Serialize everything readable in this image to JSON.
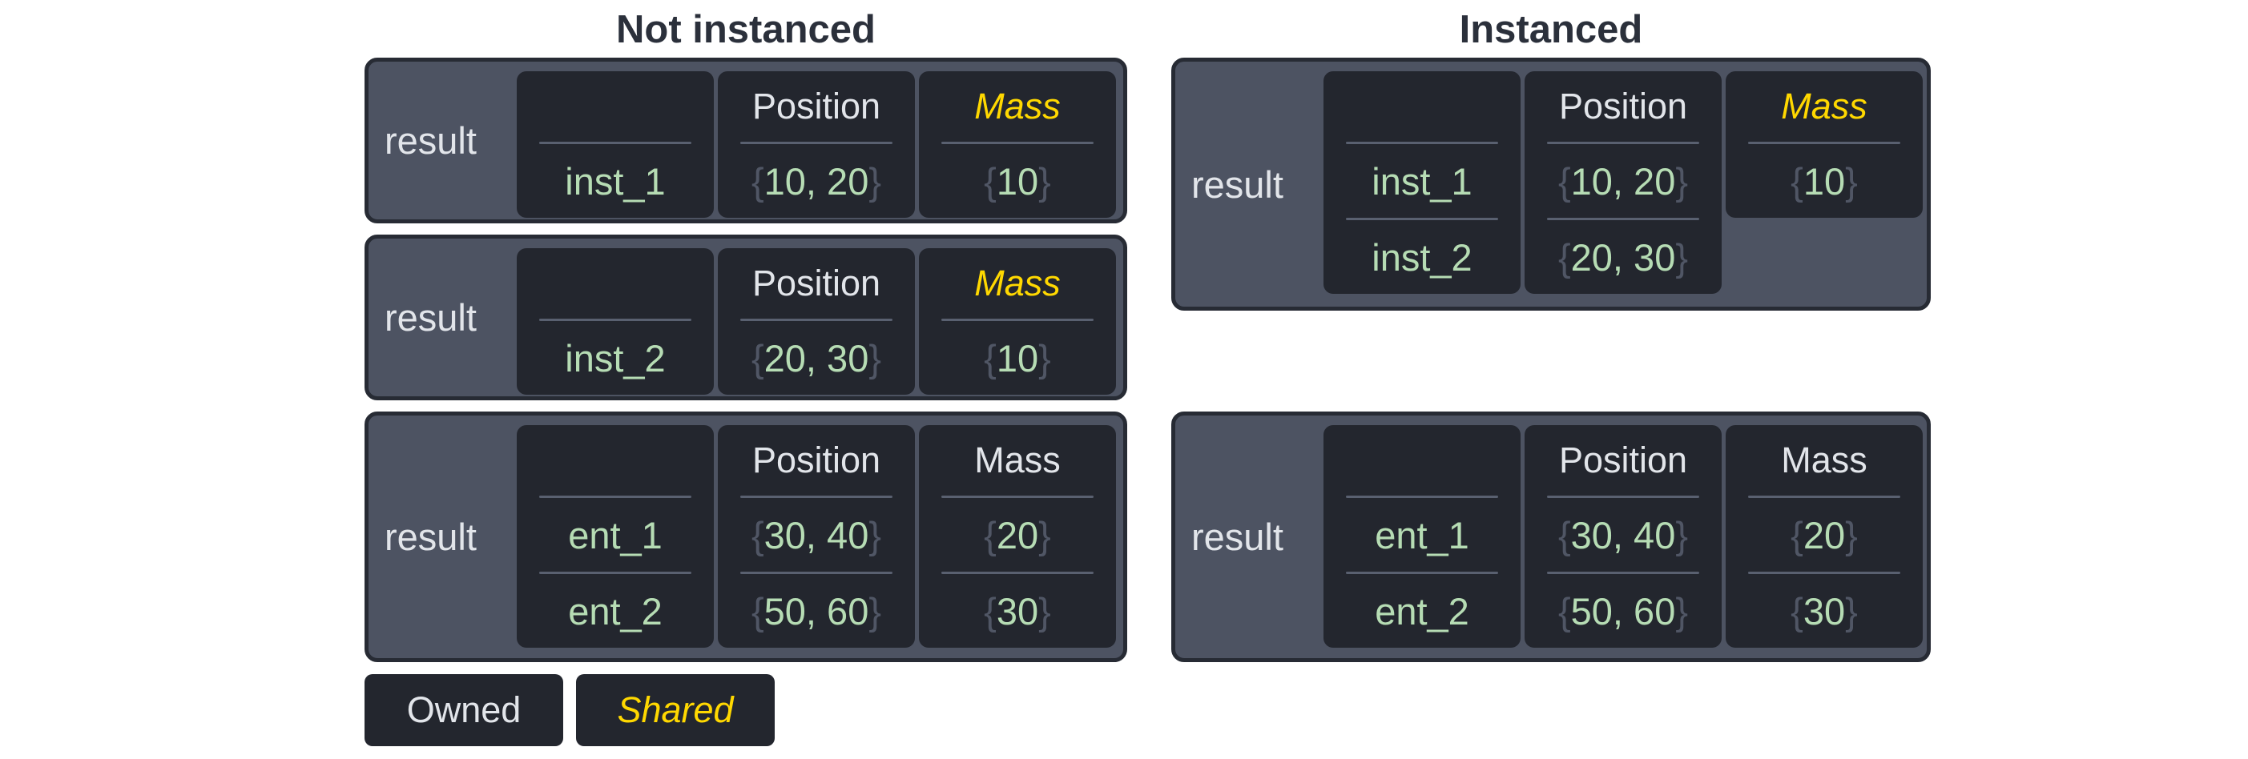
{
  "titles": {
    "left": "Not instanced",
    "right": "Instanced"
  },
  "legend": {
    "owned_label": "Owned",
    "shared_label": "Shared"
  },
  "colors": {
    "title_text": "#2b303b",
    "panel_bg": "#4d5362",
    "panel_border": "#272b34",
    "cell_bg": "#23262e",
    "owned_text": "#e2e5ea",
    "shared_text": "#ffd800",
    "value_text": "#b6dcb4",
    "brace_text": "#505665",
    "separator": "#596070"
  },
  "tables": [
    {
      "id": "left-1",
      "group": "Not instanced",
      "row_label": "result",
      "columns": [
        {
          "header": "",
          "header_style": "owned",
          "cells": [
            {
              "text": "inst_1",
              "braced": false
            }
          ]
        },
        {
          "header": "Position",
          "header_style": "owned",
          "cells": [
            {
              "text": "10, 20",
              "braced": true
            }
          ]
        },
        {
          "header": "Mass",
          "header_style": "shared",
          "cells": [
            {
              "text": "10",
              "braced": true
            }
          ]
        }
      ]
    },
    {
      "id": "left-2",
      "group": "Not instanced",
      "row_label": "result",
      "columns": [
        {
          "header": "",
          "header_style": "owned",
          "cells": [
            {
              "text": "inst_2",
              "braced": false
            }
          ]
        },
        {
          "header": "Position",
          "header_style": "owned",
          "cells": [
            {
              "text": "20, 30",
              "braced": true
            }
          ]
        },
        {
          "header": "Mass",
          "header_style": "shared",
          "cells": [
            {
              "text": "10",
              "braced": true
            }
          ]
        }
      ]
    },
    {
      "id": "left-3",
      "group": "Not instanced",
      "row_label": "result",
      "columns": [
        {
          "header": "",
          "header_style": "owned",
          "cells": [
            {
              "text": "ent_1",
              "braced": false
            },
            {
              "text": "ent_2",
              "braced": false
            }
          ]
        },
        {
          "header": "Position",
          "header_style": "owned",
          "cells": [
            {
              "text": "30, 40",
              "braced": true
            },
            {
              "text": "50, 60",
              "braced": true
            }
          ]
        },
        {
          "header": "Mass",
          "header_style": "owned",
          "cells": [
            {
              "text": "20",
              "braced": true
            },
            {
              "text": "30",
              "braced": true
            }
          ]
        }
      ]
    },
    {
      "id": "right-1",
      "group": "Instanced",
      "row_label": "result",
      "columns": [
        {
          "header": "",
          "header_style": "owned",
          "cells": [
            {
              "text": "inst_1",
              "braced": false
            },
            {
              "text": "inst_2",
              "braced": false
            }
          ]
        },
        {
          "header": "Position",
          "header_style": "owned",
          "cells": [
            {
              "text": "10, 20",
              "braced": true
            },
            {
              "text": "20, 30",
              "braced": true
            }
          ]
        },
        {
          "header": "Mass",
          "header_style": "shared",
          "cells": [
            {
              "text": "10",
              "braced": true
            }
          ]
        }
      ]
    },
    {
      "id": "right-2",
      "group": "Instanced",
      "row_label": "result",
      "columns": [
        {
          "header": "",
          "header_style": "owned",
          "cells": [
            {
              "text": "ent_1",
              "braced": false
            },
            {
              "text": "ent_2",
              "braced": false
            }
          ]
        },
        {
          "header": "Position",
          "header_style": "owned",
          "cells": [
            {
              "text": "30, 40",
              "braced": true
            },
            {
              "text": "50, 60",
              "braced": true
            }
          ]
        },
        {
          "header": "Mass",
          "header_style": "owned",
          "cells": [
            {
              "text": "20",
              "braced": true
            },
            {
              "text": "30",
              "braced": true
            }
          ]
        }
      ]
    }
  ]
}
